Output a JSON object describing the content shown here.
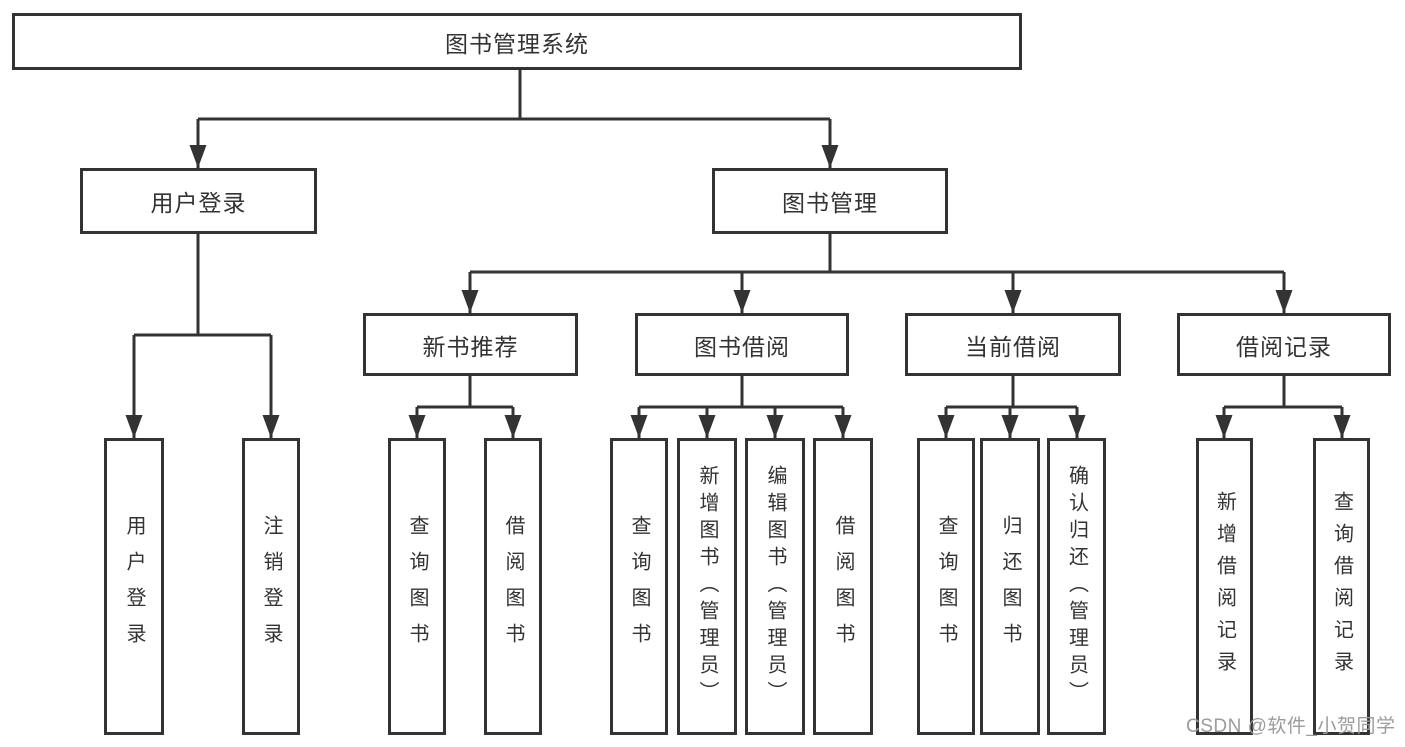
{
  "tree": {
    "label": "图书管理系统",
    "children": [
      {
        "label": "用户登录",
        "children": [
          {
            "label": "用户登录"
          },
          {
            "label": "注销登录"
          }
        ]
      },
      {
        "label": "图书管理",
        "children": [
          {
            "label": "新书推荐",
            "children": [
              {
                "label": "查询图书"
              },
              {
                "label": "借阅图书"
              }
            ]
          },
          {
            "label": "图书借阅",
            "children": [
              {
                "label": "查询图书"
              },
              {
                "label": "新增图书（管理员）"
              },
              {
                "label": "编辑图书（管理员）"
              },
              {
                "label": "借阅图书"
              }
            ]
          },
          {
            "label": "当前借阅",
            "children": [
              {
                "label": "查询图书"
              },
              {
                "label": "归还图书"
              },
              {
                "label": "确认归还（管理员）"
              }
            ]
          },
          {
            "label": "借阅记录",
            "children": [
              {
                "label": "新增借阅记录"
              },
              {
                "label": "查询借阅记录"
              }
            ]
          }
        ]
      }
    ]
  },
  "watermark": {
    "text": "CSDN @软件_小贺同学"
  },
  "colors": {
    "line": "#333333",
    "box_border": "#333333",
    "text": "#333333",
    "watermark_text": "#9c9c9c",
    "background": "#ffffff"
  }
}
